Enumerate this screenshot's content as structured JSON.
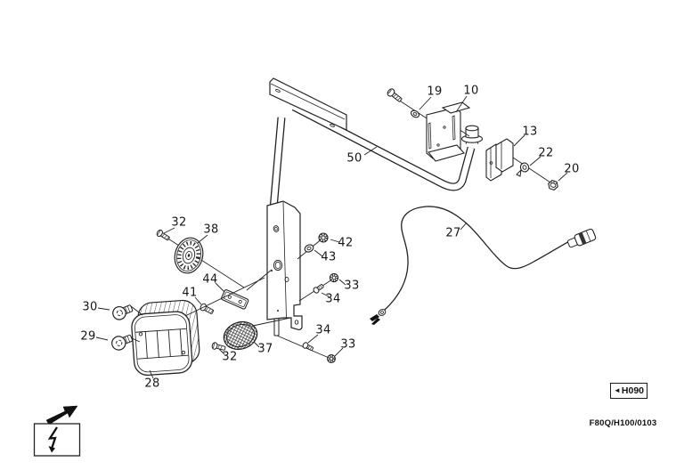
{
  "page": {
    "background": "#ffffff",
    "line_color": "#222222"
  },
  "parts": [
    {
      "ref": "50",
      "text": "50"
    },
    {
      "ref": "19",
      "text": "19"
    },
    {
      "ref": "10",
      "text": "10"
    },
    {
      "ref": "13",
      "text": "13"
    },
    {
      "ref": "22",
      "text": "22"
    },
    {
      "ref": "20",
      "text": "20"
    },
    {
      "ref": "27",
      "text": "27"
    },
    {
      "ref": "32-upper",
      "text": "32"
    },
    {
      "ref": "38",
      "text": "38"
    },
    {
      "ref": "42",
      "text": "42"
    },
    {
      "ref": "43",
      "text": "43"
    },
    {
      "ref": "44",
      "text": "44"
    },
    {
      "ref": "41",
      "text": "41"
    },
    {
      "ref": "33-upper",
      "text": "33"
    },
    {
      "ref": "34-upper",
      "text": "34"
    },
    {
      "ref": "30",
      "text": "30"
    },
    {
      "ref": "29",
      "text": "29"
    },
    {
      "ref": "34-lower",
      "text": "34"
    },
    {
      "ref": "33-lower",
      "text": "33"
    },
    {
      "ref": "32-lower",
      "text": "32"
    },
    {
      "ref": "37",
      "text": "37"
    },
    {
      "ref": "28",
      "text": "28"
    }
  ],
  "nav": {
    "arrow": "◄",
    "label": "H090"
  },
  "footer": {
    "doc_code": "F80Q/H100/0103"
  },
  "icons": {
    "direction_arrow": "solid-arrow-up-right",
    "electrical_symbol": "lightning-bolt-arrow"
  }
}
